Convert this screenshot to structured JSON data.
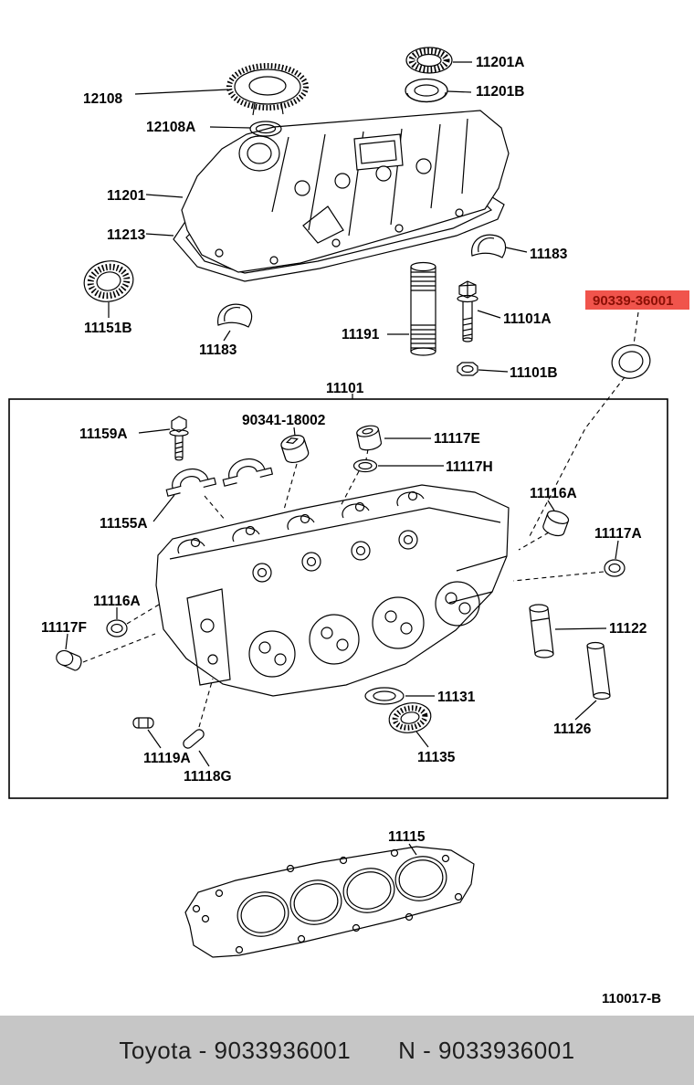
{
  "page": {
    "diagram_ref": "110017-B"
  },
  "highlight": {
    "part_number": "90339-36001",
    "bg_color": "#f0544c",
    "text_color": "#8b0f05"
  },
  "labels": {
    "l12108": "12108",
    "l12108A": "12108A",
    "l11201A": "11201A",
    "l11201B": "11201B",
    "l11201": "11201",
    "l11213": "11213",
    "l11183_right": "11183",
    "l11151B": "11151B",
    "l11183_left": "11183",
    "l11191": "11191",
    "l11101A": "11101A",
    "l11101B": "11101B",
    "l11101": "11101",
    "l11159A": "11159A",
    "l90341": "90341-18002",
    "l11117E": "11117E",
    "l11117H": "11117H",
    "l11116A_top": "11116A",
    "l11155A": "11155A",
    "l11117A": "11117A",
    "l11116A_left": "11116A",
    "l11117F": "11117F",
    "l11122": "11122",
    "l11131": "11131",
    "l11126": "11126",
    "l11135": "11135",
    "l11119A": "11119A",
    "l11118G": "11118G",
    "l11115": "11115"
  },
  "footer": {
    "left": "Toyota - 9033936001",
    "right": "N - 9033936001"
  }
}
